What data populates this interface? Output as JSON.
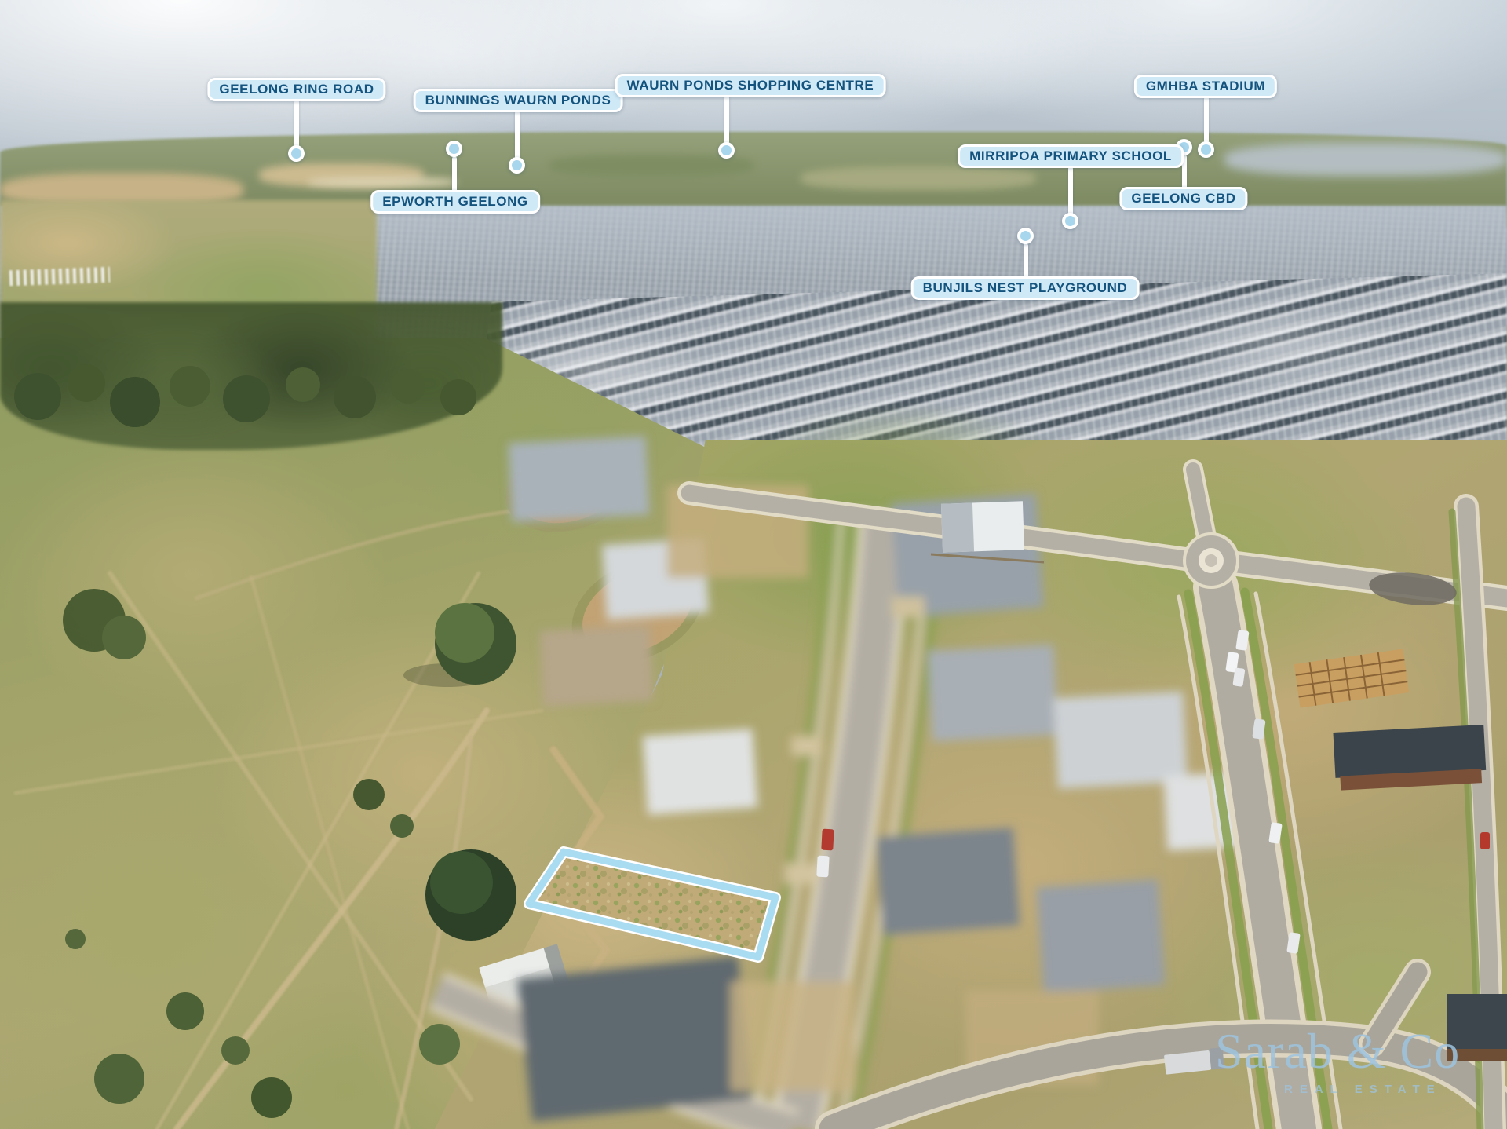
{
  "scene": {
    "type": "aerial-drone-photograph",
    "description": "Aerial real-estate photo of a vacant land lot outlined in light blue, with suburban landmarks labelled by callout pins; foreground houses are privacy-blurred",
    "highlighted_lot": {
      "present": true,
      "shape": "quadrilateral outline",
      "outline_color": "#a9dbf1"
    }
  },
  "callouts": [
    {
      "id": "geelong-ring-road",
      "text": "GEELONG RING ROAD"
    },
    {
      "id": "bunnings-waurn-ponds",
      "text": "BUNNINGS WAURN PONDS"
    },
    {
      "id": "waurn-ponds-shopping-centre",
      "text": "WAURN PONDS SHOPPING CENTRE"
    },
    {
      "id": "epworth-geelong",
      "text": "EPWORTH GEELONG"
    },
    {
      "id": "mirripoa-primary-school",
      "text": "MIRRIPOA PRIMARY SCHOOL"
    },
    {
      "id": "gmhba-stadium",
      "text": "GMHBA STADIUM"
    },
    {
      "id": "geelong-cbd",
      "text": "GEELONG CBD"
    },
    {
      "id": "bunjils-nest-playground",
      "text": "BUNJILS NEST PLAYGROUND"
    }
  ],
  "watermark": {
    "name": "Sarab & Co",
    "tagline": "REAL ESTATE"
  },
  "style_colors": {
    "label_background": "#cfe9f7",
    "label_text": "#14537d",
    "label_border": "#ffffff",
    "pin_fill": "#a8d6ec",
    "lot_highlight": "#a9dbf1",
    "watermark_text": "#9ec3df"
  }
}
